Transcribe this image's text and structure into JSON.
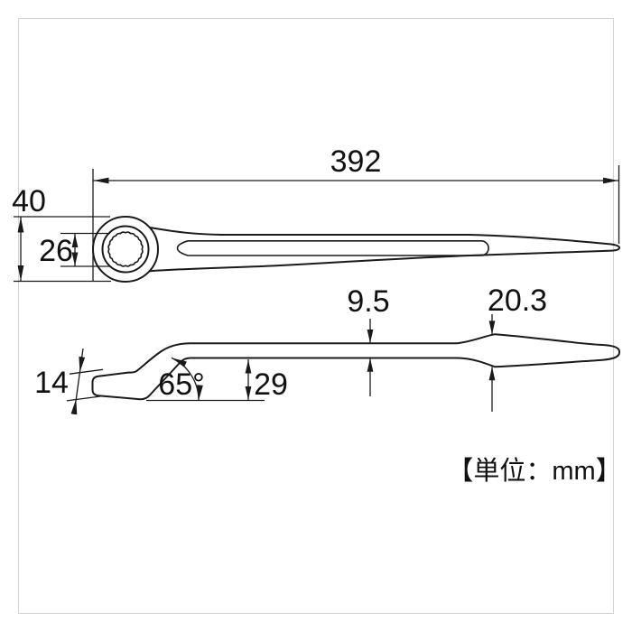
{
  "drawing": {
    "title": "offset-box-end-podger-wrench-dimension-drawing",
    "unit_note": "【単位：mm】",
    "top_view": {
      "overall_length": "392",
      "head_width": "40",
      "ring_opening": "26"
    },
    "side_view": {
      "head_thickness": "14",
      "bend_angle": "65°",
      "offset_height": "29",
      "shaft_thickness": "9.5",
      "taper_diameter": "20.3"
    },
    "colors": {
      "line": "#1a1a1a",
      "background": "#ffffff"
    }
  }
}
